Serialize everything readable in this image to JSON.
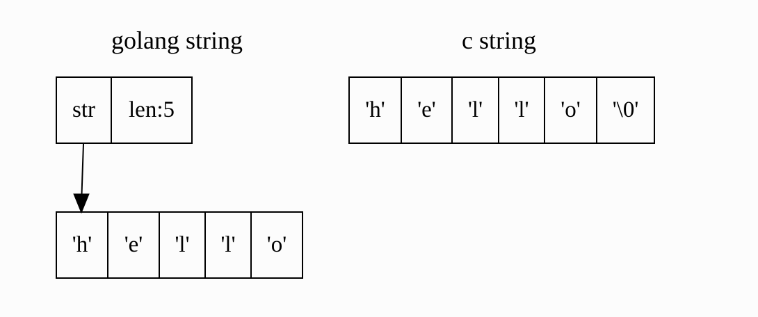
{
  "titles": {
    "golang": "golang string",
    "c": "c string"
  },
  "golang_header": {
    "cells": [
      "str",
      "len:5"
    ]
  },
  "golang_data": {
    "cells": [
      "'h'",
      "'e'",
      "'l'",
      "'l'",
      "'o'"
    ]
  },
  "c_data": {
    "cells": [
      "'h'",
      "'e'",
      "'l'",
      "'l'",
      "'o'",
      "'\\0'"
    ]
  },
  "edges": [
    {
      "from": "golang_header.str",
      "to": "golang_data.h"
    }
  ]
}
